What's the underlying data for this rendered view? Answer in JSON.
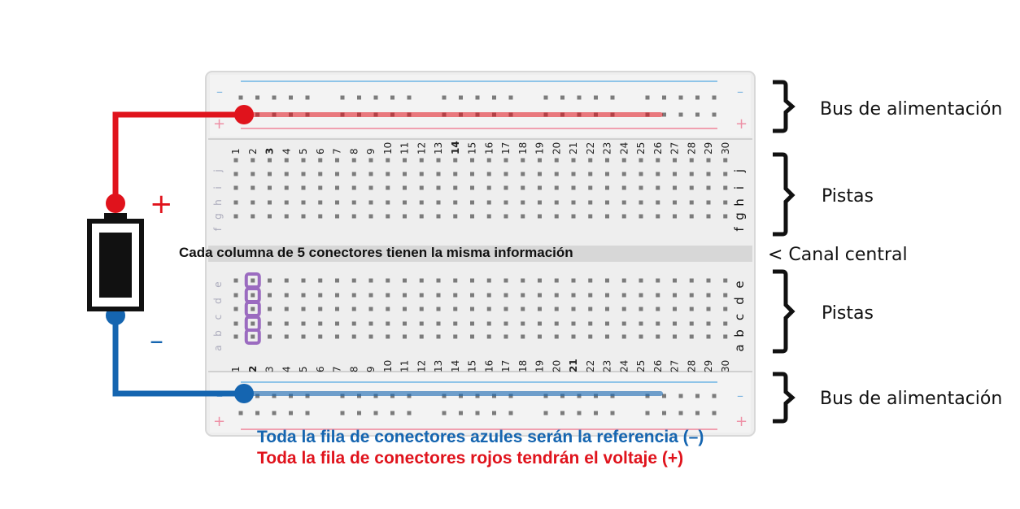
{
  "labels": {
    "bus_top": "Bus de alimentación",
    "bus_bottom": "Bus de alimentación",
    "pistas_top": "Pistas",
    "pistas_bottom": "Pistas",
    "canal": "< Canal central",
    "column_note": "Cada columna de 5 conectores tienen la misma información",
    "blue_note": "Toda la fila de conectores azules serán la referencia (–)",
    "red_note": "Toda la fila de conectores rojos tendrán el voltaje  (+)",
    "plus": "+",
    "minus": "–"
  },
  "rows_top": [
    "f",
    "g",
    "h",
    "i",
    "j"
  ],
  "rows_bottom": [
    "a",
    "b",
    "c",
    "d",
    "e"
  ],
  "column_numbers": [
    "1",
    "2",
    "3",
    "4",
    "5",
    "6",
    "7",
    "8",
    "9",
    "10",
    "11",
    "12",
    "13",
    "14",
    "15",
    "16",
    "17",
    "18",
    "19",
    "20",
    "21",
    "22",
    "23",
    "24",
    "25",
    "26",
    "27",
    "28",
    "29",
    "30"
  ],
  "highlights": {
    "top": {
      "3": "#e8a317",
      "14": "#2bb34a"
    },
    "bottom": {
      "2": "#6a2c91",
      "21": "#6a2c91"
    }
  },
  "colors": {
    "red": "#e0131c",
    "blue": "#1565b0",
    "purple": "#9b6bc0",
    "board": "#ececec"
  }
}
